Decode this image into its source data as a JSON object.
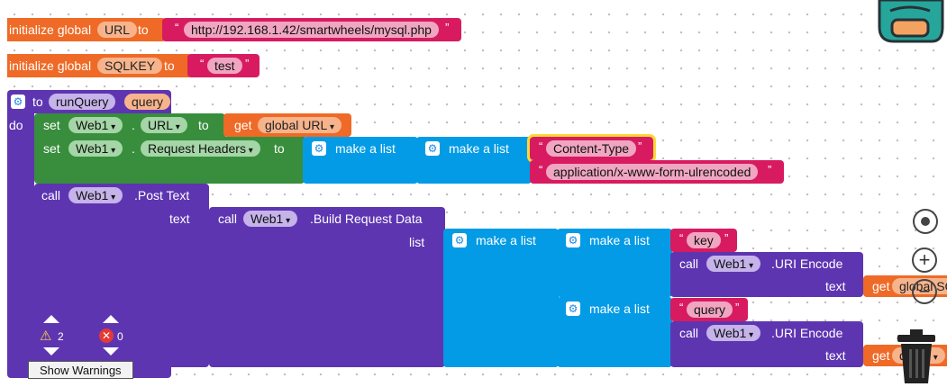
{
  "globals": [
    {
      "label_init": "initialize global",
      "name": "URL",
      "label_to": "to",
      "value": "http://192.168.1.42/smartwheels/mysql.php"
    },
    {
      "label_init": "initialize global",
      "name": "SQLKEY",
      "label_to": "to",
      "value": "test"
    }
  ],
  "proc": {
    "to": "to",
    "name": "runQuery",
    "param": "query",
    "do": "do"
  },
  "set1": {
    "set": "set",
    "component": "Web1",
    "dot": ".",
    "prop": "URL",
    "to": "to",
    "get": "get",
    "var": "global URL"
  },
  "set2": {
    "set": "set",
    "component": "Web1",
    "dot": ".",
    "prop": "Request Headers",
    "to": "to",
    "make_list": "make a list",
    "str1": "Content-Type",
    "str2": "application/x-www-form-ulrencoded"
  },
  "post": {
    "call": "call",
    "component": "Web1",
    "method": ".Post Text",
    "text": "text"
  },
  "build": {
    "call": "call",
    "component": "Web1",
    "method": ".Build Request Data",
    "list": "list"
  },
  "pairs": {
    "make_list": "make a list",
    "key": "key",
    "call": "call",
    "component": "Web1",
    "encode": ".URI Encode",
    "text": "text",
    "get": "get",
    "get_var1": "global SQLKEY",
    "query": "query",
    "get_var2": "query"
  },
  "warnings": {
    "warn_count": "2",
    "error_count": "0",
    "button": "Show Warnings"
  },
  "colors": {
    "orange": "#ef6a26",
    "pink": "#d81b60",
    "purple": "#5e35b1",
    "green": "#388e3c",
    "blue": "#039be5"
  },
  "icons": [
    "gear-icon",
    "warning-icon",
    "error-icon",
    "backpack-icon",
    "target-icon",
    "zoom-in-icon",
    "zoom-out-icon",
    "trash-icon"
  ]
}
